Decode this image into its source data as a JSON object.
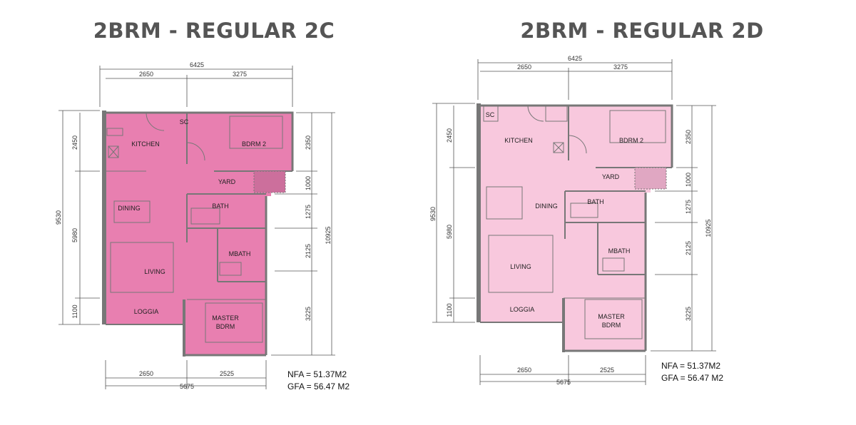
{
  "colors": {
    "plan_2c": "#e87fb0",
    "plan_2d": "#f8c8dd",
    "wall": "#777777",
    "title": "#555555"
  },
  "plans": [
    {
      "title": "2BRM - REGULAR 2C",
      "top_dims": {
        "overall": "6425",
        "left": "2650",
        "right": "3275"
      },
      "bottom_dims": {
        "left": "2650",
        "right": "2525",
        "overall": "5675"
      },
      "left_dims": {
        "overall": "9530",
        "upper": "2450",
        "middle": "5980",
        "lower": "1100"
      },
      "right_dims": {
        "overall": "10925",
        "a": "2350",
        "b": "1000",
        "c": "1275",
        "d": "2125",
        "e": "3225"
      },
      "rooms": {
        "sc": "SC",
        "kitchen": "KITCHEN",
        "bdrm2": "BDRM 2",
        "yard": "YARD",
        "dining": "DINING",
        "bath": "BATH",
        "mbath": "MBATH",
        "living": "LIVING",
        "loggia": "LOGGIA",
        "master1": "MASTER",
        "master2": "BDRM"
      },
      "nfa": "NFA = 51.37M2",
      "gfa": "GFA = 56.47 M2"
    },
    {
      "title": "2BRM - REGULAR 2D",
      "top_dims": {
        "overall": "6425",
        "left": "2650",
        "right": "3275"
      },
      "bottom_dims": {
        "left": "2650",
        "right": "2525",
        "overall": "5675"
      },
      "left_dims": {
        "overall": "9530",
        "upper": "2450",
        "middle": "5980",
        "lower": "1100"
      },
      "right_dims": {
        "overall": "10925",
        "a": "2350",
        "b": "1000",
        "c": "1275",
        "d": "2125",
        "e": "3225"
      },
      "rooms": {
        "sc": "SC",
        "kitchen": "KITCHEN",
        "bdrm2": "BDRM 2",
        "yard": "YARD",
        "dining": "DINING",
        "bath": "BATH",
        "mbath": "MBATH",
        "living": "LIVING",
        "loggia": "LOGGIA",
        "master1": "MASTER",
        "master2": "BDRM"
      },
      "nfa": "NFA = 51.37M2",
      "gfa": "GFA = 56.47 M2"
    }
  ]
}
